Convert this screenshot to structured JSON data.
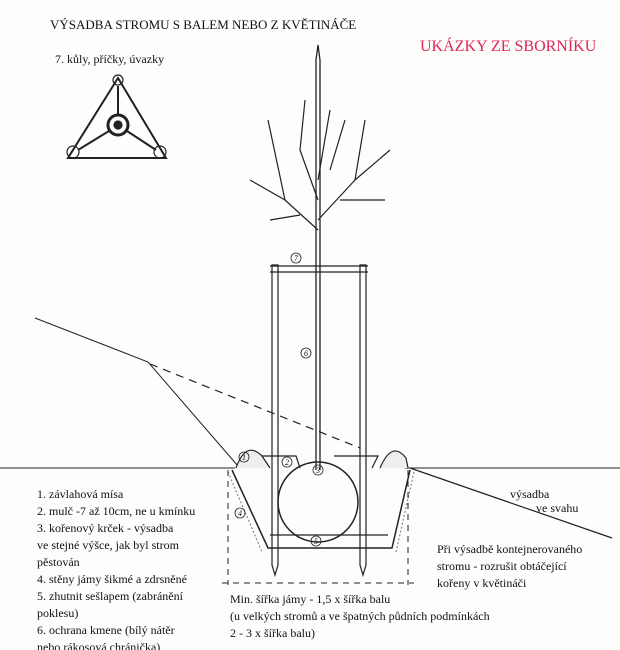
{
  "title": "VÝSADBA STROMU S BALEM NEBO Z KVĚTINÁČE",
  "banner": "UKÁZKY ZE SBORNÍKU",
  "banner_color": "#e0245e",
  "inset_caption": "7. kůly, příčky, úvazky",
  "legend": [
    "1. závlahová mísa",
    "2. mulč -7 až 10cm, ne u kmínku",
    "3. kořenový krček - výsadba",
    "ve stejné výšce, jak byl strom",
    "pěstován",
    "4. stěny jámy šikmé a zdrsněné",
    "5. zhutnit sešlapem (zabránění",
    "poklesu)",
    "6. ochrana kmene (bílý nátěr",
    "nebo rákosová chránička)"
  ],
  "slope_label": [
    "výsadba",
    "ve svahu"
  ],
  "container_note": [
    "Při výsadbě kontejnerovaného",
    "stromu - rozrušit obtáčející",
    "kořeny v květináči"
  ],
  "width_note": [
    "Min. šířka jámy - 1,5 x šířka balu",
    "(u velkých stromů a ve špatných půdních podmínkách",
    "2 - 3 x šířka balu)"
  ],
  "markers": [
    "1",
    "2",
    "3",
    "4",
    "5",
    "6",
    "7"
  ]
}
